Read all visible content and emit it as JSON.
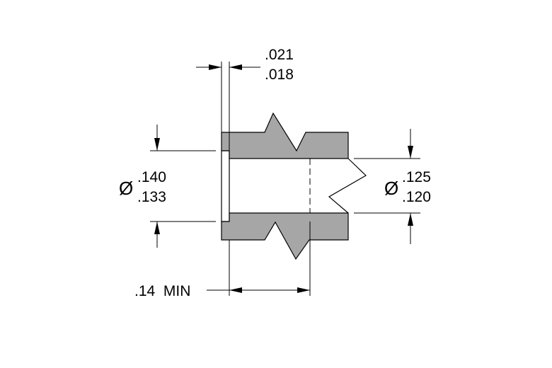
{
  "dimensions": {
    "flange_thickness": {
      "upper": ".021",
      "lower": ".018"
    },
    "head_diameter": {
      "symbol": "Ø",
      "upper": ".140",
      "lower": ".133"
    },
    "bore_diameter": {
      "symbol": "Ø",
      "upper": ".125",
      "lower": ".120"
    },
    "insertion_depth": {
      "label": ".14  MIN"
    }
  },
  "colors": {
    "part_fill": "#a6a6a6",
    "lines": "#000000",
    "background": "#ffffff"
  }
}
